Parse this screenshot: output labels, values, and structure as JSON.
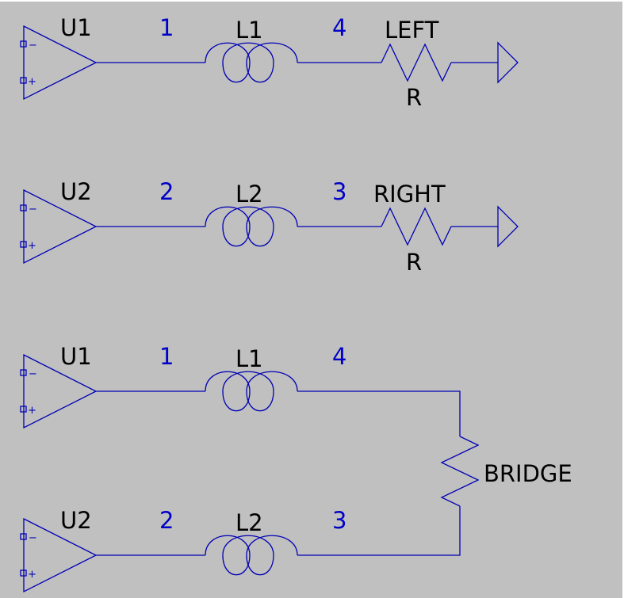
{
  "colors": {
    "background": "#c0c0c0",
    "wire": "#0000b4",
    "text": "#000000",
    "net_label": "#0000c8",
    "frame": "#ffffff"
  },
  "icons": {
    "opamp": "opamp-triangle-icon",
    "inductor": "inductor-coil-icon",
    "resistor": "resistor-zigzag-icon",
    "ground_arrow": "port-arrow-icon"
  },
  "pins": {
    "minus": "−",
    "plus": "+"
  },
  "circuit_left": {
    "opamp": "U1",
    "node_a": "1",
    "inductor": "L1",
    "node_b": "4",
    "resistor_name": "LEFT",
    "resistor_value": "R"
  },
  "circuit_right": {
    "opamp": "U2",
    "node_a": "2",
    "inductor": "L2",
    "node_b": "3",
    "resistor_name": "RIGHT",
    "resistor_value": "R"
  },
  "bridge": {
    "top_opamp": "U1",
    "top_node_a": "1",
    "top_inductor": "L1",
    "top_node_b": "4",
    "bottom_opamp": "U2",
    "bottom_node_a": "2",
    "bottom_inductor": "L2",
    "bottom_node_b": "3",
    "resistor_name": "BRIDGE"
  }
}
